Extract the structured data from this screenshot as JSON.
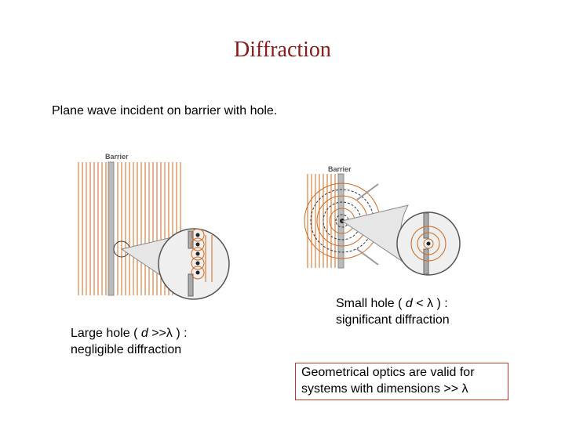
{
  "title": "Diffraction",
  "subtitle": "Plane wave incident on barrier with hole.",
  "left_figure": {
    "barrier_label": "Barrier"
  },
  "right_figure": {
    "barrier_label": "Barrier"
  },
  "large_hole": {
    "line1_prefix": "Large hole ( ",
    "var": "d",
    "line1_suffix": " >>λ ) :",
    "line2": "negligible diffraction"
  },
  "small_hole": {
    "line1_prefix": "Small hole ( ",
    "var": "d",
    "line1_suffix": " < λ ) :",
    "line2": "significant diffraction"
  },
  "note": {
    "line1": "Geometrical optics are valid for",
    "line2": "systems with dimensions >> λ"
  },
  "colors": {
    "title": "#8B1A1A",
    "wave": "#D2691E",
    "box_border": "#c0392b"
  }
}
